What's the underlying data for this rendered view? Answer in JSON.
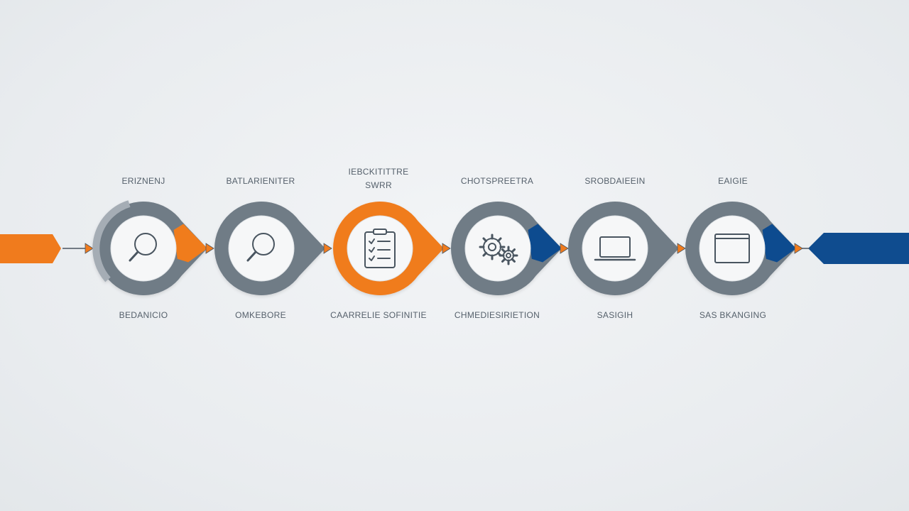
{
  "colors": {
    "background": "#eceff1",
    "orange": "#f07b1d",
    "gray_ring": "#6f7b86",
    "light_ring": "#a5adb5",
    "blue": "#0f4c8f",
    "icon_stroke": "#4a5560"
  },
  "steps": [
    {
      "top_label": "ERIZNENJ",
      "top_label_2": "",
      "bottom_label": "BEDANICIO",
      "icon": "search-icon",
      "ring": "gray-orange"
    },
    {
      "top_label": "BATLARIENITER",
      "top_label_2": "",
      "bottom_label": "OMKEBORE",
      "icon": "search-icon",
      "ring": "gray"
    },
    {
      "top_label": "IEBCKITITTRE",
      "top_label_2": "SWRR",
      "bottom_label": "CAARRELIE SOFINITIE",
      "icon": "checklist-icon",
      "ring": "orange"
    },
    {
      "top_label": "CHOTSPREETRA",
      "top_label_2": "",
      "bottom_label": "CHMEDIESIRIETION",
      "icon": "gears-icon",
      "ring": "gray-blue"
    },
    {
      "top_label": "SROBDAIEEIN",
      "top_label_2": "",
      "bottom_label": "SASIGIH",
      "icon": "laptop-icon",
      "ring": "gray"
    },
    {
      "top_label": "EAIGIE",
      "top_label_2": "",
      "bottom_label": "SAS BKANGING",
      "icon": "monitor-icon",
      "ring": "gray-blue"
    }
  ]
}
